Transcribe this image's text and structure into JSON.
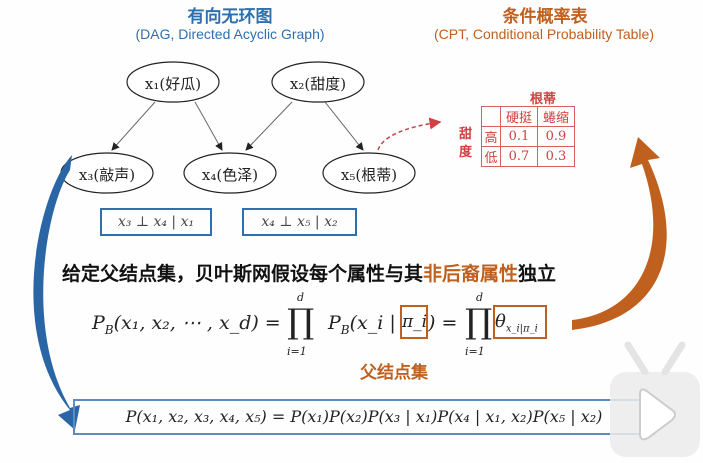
{
  "left_title": "有向无环图",
  "left_subtitle": "(DAG, Directed Acyclic Graph)",
  "right_title": "条件概率表",
  "right_subtitle": "(CPT, Conditional Probability Table)",
  "nodes": [
    "x₁(好瓜)",
    "x₂(甜度)",
    "x₃(敲声)",
    "x₄(色泽)",
    "x₅(根蒂)"
  ],
  "independence": [
    "x₃ ⊥ x₄ | x₁",
    "x₄ ⊥ x₅ | x₂"
  ],
  "cpt": {
    "col_var": "根蒂",
    "row_var": "甜度",
    "cols": [
      "硬挺",
      "蜷缩"
    ],
    "rows": [
      {
        "label": "高",
        "values": [
          "0.1",
          "0.9"
        ]
      },
      {
        "label": "低",
        "values": [
          "0.7",
          "0.3"
        ]
      }
    ]
  },
  "sentence": {
    "part1": "给定父结点集，贝叶斯网假设每个属性与其",
    "highlight": "非后裔属性",
    "part2": "独立"
  },
  "formula": {
    "lhs": "P",
    "lhs_sub": "B",
    "lhs_args": "(x₁, x₂, ⋯ , x_d) =",
    "prod_top": "d",
    "prod_bottom": "i=1",
    "mid": "P",
    "mid_sub": "B",
    "mid_args": "(x_i |",
    "pi": "π_i",
    "mid_close": ") =",
    "theta": "θ",
    "theta_sub": "x_i|π_i",
    "parent_label": "父结点集"
  },
  "joint": "P(x₁, x₂, x₃, x₄, x₅) = P(x₁)P(x₂)P(x₃ | x₁)P(x₄ | x₁, x₂)P(x₅ | x₂)",
  "colors": {
    "blue": "#2f6fad",
    "orange": "#c0601e",
    "red": "#d04040"
  }
}
